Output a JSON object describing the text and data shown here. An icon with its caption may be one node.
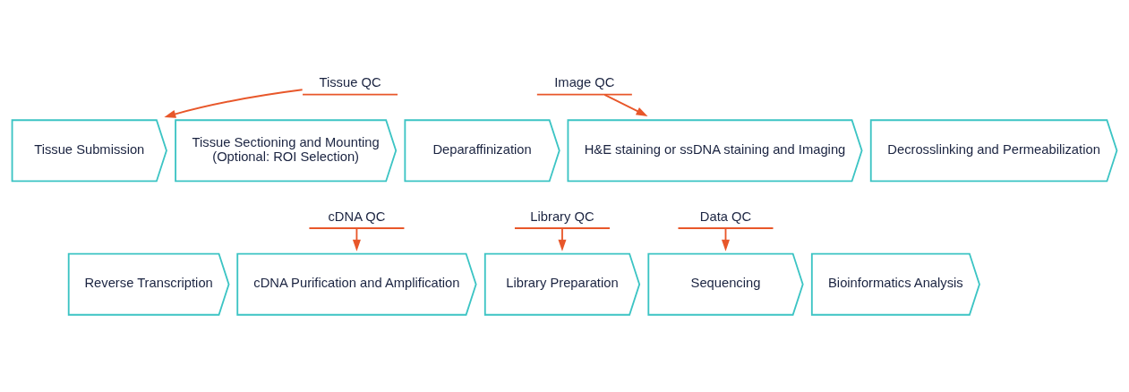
{
  "diagram": {
    "nodes": [
      {
        "text": [
          "Tissue QC"
        ]
      },
      {
        "text": [
          "Image QC"
        ]
      },
      {
        "text": [
          "Tissue Submission"
        ]
      },
      {
        "text": [
          "Tissue Sectioning and Mounting",
          "(Optional: ROI Selection)"
        ]
      },
      {
        "text": [
          "Deparaffinization"
        ]
      },
      {
        "text": [
          "H&E staining or ssDNA staining and Imaging"
        ]
      },
      {
        "text": [
          "Decrosslinking and Permeabilization"
        ]
      },
      {
        "text": [
          "cDNA QC"
        ]
      },
      {
        "text": [
          "Library QC"
        ]
      },
      {
        "text": [
          "Data QC"
        ]
      },
      {
        "text": [
          "Reverse Transcription"
        ]
      },
      {
        "text": [
          "cDNA Purification and Amplification"
        ]
      },
      {
        "text": [
          "Library Preparation"
        ]
      },
      {
        "text": [
          "Sequencing"
        ]
      },
      {
        "text": [
          "Bioinformatics Analysis"
        ]
      }
    ],
    "edges": [
      {
        "from": 0,
        "to": 2,
        "arrow": "to"
      },
      {
        "from": 1,
        "to": 5,
        "arrow": "to"
      },
      {
        "from": 7,
        "to": 11,
        "arrow": "to"
      },
      {
        "from": 8,
        "to": 12,
        "arrow": "to"
      },
      {
        "from": 9,
        "to": 13,
        "arrow": "to"
      }
    ]
  }
}
